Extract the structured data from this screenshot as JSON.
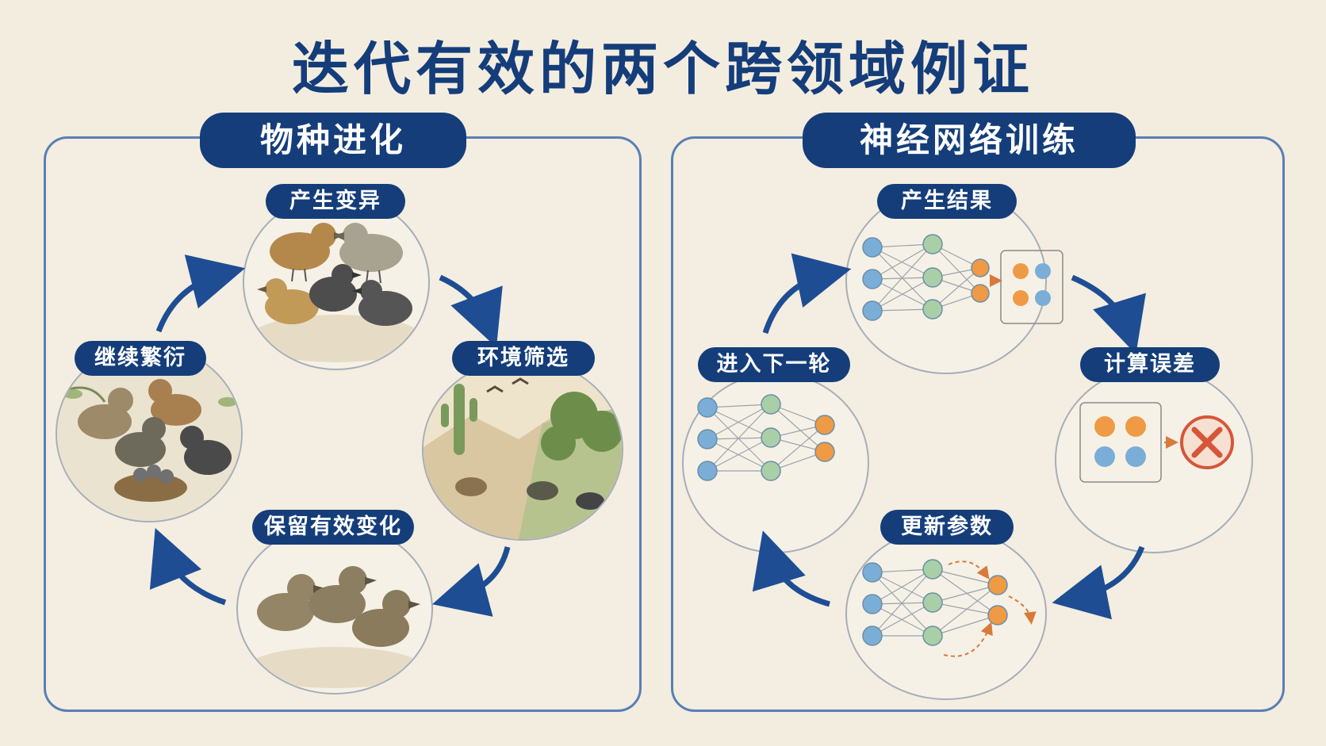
{
  "title": "迭代有效的两个跨领域例证",
  "evolution": {
    "heading": "物种进化",
    "steps": [
      "产生变异",
      "环境筛选",
      "保留有效变化",
      "继续繁衍"
    ]
  },
  "training": {
    "heading": "神经网络训练",
    "steps": [
      "产生结果",
      "计算误差",
      "更新参数",
      "进入下一轮"
    ]
  },
  "colors": {
    "navy": "#143d7a",
    "arrow": "#1e4d94",
    "node_blue": "#7aaed6",
    "node_green": "#a9cfa6",
    "node_orange": "#ef9a45",
    "error_red": "#d5563a"
  }
}
